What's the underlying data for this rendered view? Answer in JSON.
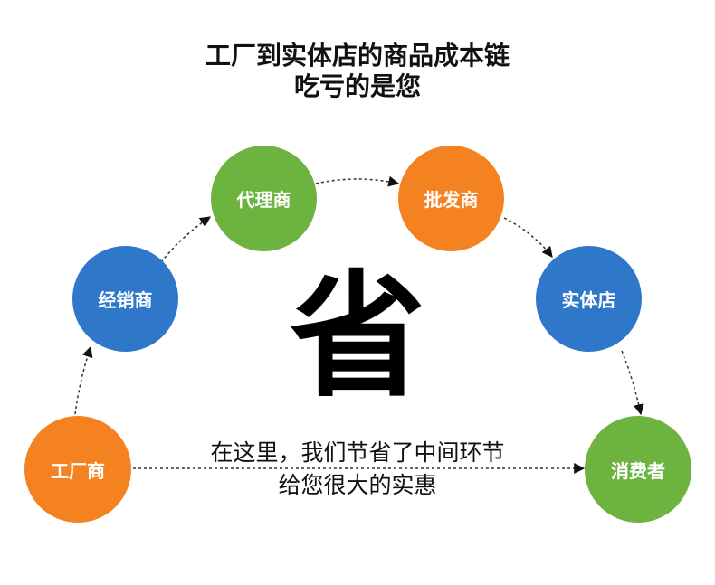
{
  "title": {
    "line1": "工厂到实体店的商品成本链",
    "line2": "吃亏的是您"
  },
  "nodes": {
    "factory": "工厂商",
    "distributor": "经销商",
    "agent": "代理商",
    "wholesaler": "批发商",
    "store": "实体店",
    "consumer": "消费者"
  },
  "center": {
    "big_char": "省",
    "note_line1": "在这里，我们节省了中间环节",
    "note_line2": "给您很大的实惠"
  },
  "colors": {
    "orange": "#f58220",
    "green": "#6cb33f",
    "blue": "#2f78c9"
  }
}
